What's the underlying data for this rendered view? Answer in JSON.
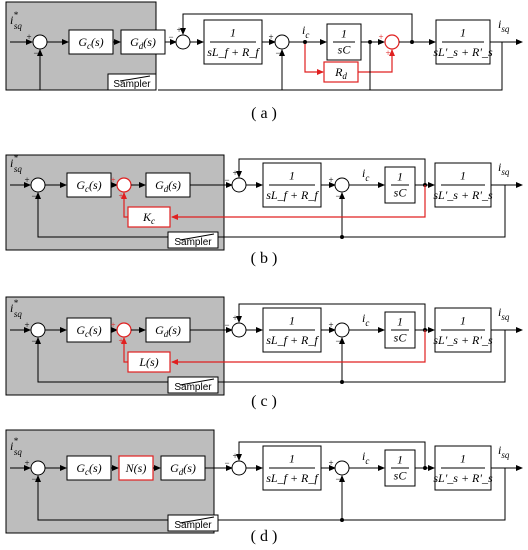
{
  "labels": {
    "input": "i",
    "input_sub": "sq",
    "input_sup": "*",
    "output": "i",
    "output_sub": "sq",
    "ic": "i",
    "ic_sub": "c",
    "Gc": "G_c(s)",
    "Gd": "G_d(s)",
    "one": "1",
    "filter_den": "sL_f + R_f",
    "cap_den": "sC",
    "load_den": "sL'_s + R'_s",
    "sampler": "Sampler",
    "plus": "+",
    "minus": "−"
  },
  "panels": [
    {
      "id": "a",
      "caption": "( a )",
      "extra": "R_d"
    },
    {
      "id": "b",
      "caption": "( b )",
      "extra": "K_c"
    },
    {
      "id": "c",
      "caption": "( c )",
      "extra": "L(s)"
    },
    {
      "id": "d",
      "caption": "( d )",
      "extra": "N(s)"
    }
  ],
  "colors": {
    "highlight": "#e02020",
    "shade": "#bdbdbd",
    "line": "#000000"
  }
}
